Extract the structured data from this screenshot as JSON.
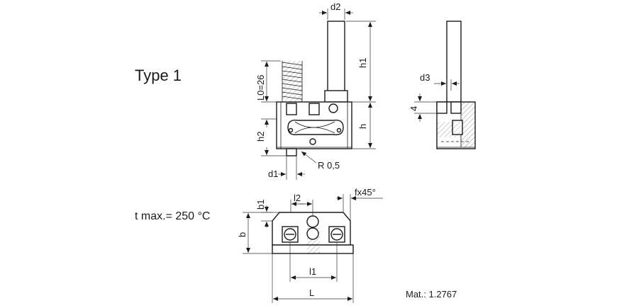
{
  "labels": {
    "type": "Type 1",
    "tmax": "t max.= 250 °C",
    "material": "Mat.: 1.2767",
    "d2": "d2",
    "h1": "h1",
    "h": "h",
    "l0": "L0=26",
    "h2": "h2",
    "d1": "d1",
    "r": "R 0,5",
    "d3": "d3",
    "four": "4",
    "b1": "b1",
    "l2": "l2",
    "fx45": "fx45°",
    "b": "b",
    "l1": "l1",
    "L": "L"
  }
}
